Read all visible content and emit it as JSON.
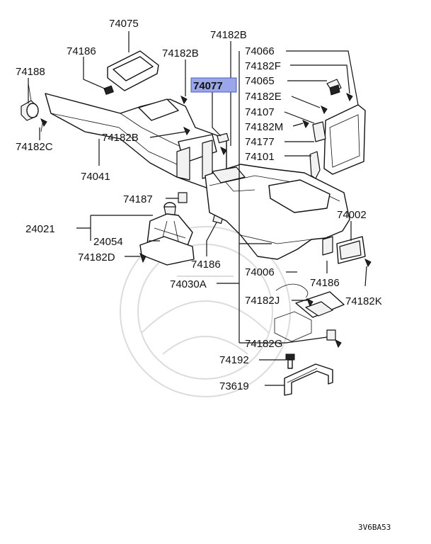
{
  "highlight_color": "#9aa6e8",
  "diagram_code": "3V6BA53",
  "parts": {
    "p74075": "74075",
    "p74186_a": "74186",
    "p74182B_a": "74182B",
    "p74182B_b": "74182B",
    "p74182B_c": "74182B",
    "p74188": "74188",
    "p74182C": "74182C",
    "p74077": "74077",
    "p74066": "74066",
    "p74182F": "74182F",
    "p74065": "74065",
    "p74182E": "74182E",
    "p74107": "74107",
    "p74182M": "74182M",
    "p74177": "74177",
    "p74101": "74101",
    "p74041": "74041",
    "p74187": "74187",
    "p74002": "74002",
    "p24021": "24021",
    "p24054": "24054",
    "p74182D": "74182D",
    "p74186_b": "74186",
    "p74006": "74006",
    "p74030A": "74030A",
    "p74186_c": "74186",
    "p74182J": "74182J",
    "p74182K": "74182K",
    "p74182G": "74182G",
    "p74192": "74192",
    "p73619": "73619"
  }
}
